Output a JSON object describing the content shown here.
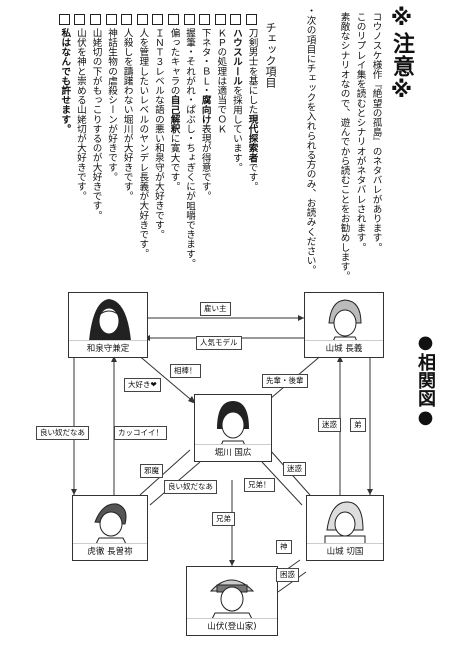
{
  "notice": {
    "title": "※注意※",
    "lines": [
      "コウノスケ様作『絶望の孤島』のネタバレがあります。",
      "このリプレイ集を読むとシナリオがネタバレされます。",
      "素敵なシナリオなので、遊んでから読むことをお勧めします。",
      "次の項目にチェックを入れられる方のみ、お読みください。"
    ]
  },
  "checklist": {
    "heading": "チェック項目",
    "items": [
      {
        "pre": "刀剣男士を基にした",
        "bold": "現代探索者",
        "post": "です。"
      },
      {
        "pre": "",
        "bold": "ハウスルール",
        "post": "を採用しています。"
      },
      {
        "pre": "ＫＰの処理は適当でＯＫ",
        "bold": "",
        "post": ""
      },
      {
        "pre": "下ネタ・ＢＬ・",
        "bold": "腐向け",
        "post": "表現が得意です。"
      },
      {
        "pre": "握筆・それがれ・ぱぶし・ちょぎくに",
        "bold": "",
        "post": "が咀嚼できます。"
      },
      {
        "pre": "偏ったキャラの",
        "bold": "自己解釈",
        "post": "に寛大です。"
      },
      {
        "pre": "ＩＮＴ３レベルな語の悪い和泉守が大好きです。",
        "bold": "",
        "post": ""
      },
      {
        "pre": "人を管理したいレベルのヤンデレ長義が大好きです。",
        "bold": "",
        "post": ""
      },
      {
        "pre": "人殺しを躊躇わない堀川が大好きです。",
        "bold": "",
        "post": ""
      },
      {
        "pre": "神話生物の虐殺シーンが好きです。",
        "bold": "",
        "post": ""
      },
      {
        "pre": "山姥切の下がもっこりするのが大好きです。",
        "bold": "",
        "post": ""
      },
      {
        "pre": "山伏を神と崇める山姥切が大好きです。",
        "bold": "",
        "post": ""
      },
      {
        "pre": "",
        "bold": "私はなんでも許せます。",
        "post": ""
      }
    ]
  },
  "diagram": {
    "heading": "●相関図●",
    "characters": {
      "izuminokami": "和泉守兼定",
      "chougi": "山城 長義",
      "horikawa": "堀川 国広",
      "nagasone": "虎徹 長曽祢",
      "kunihiro": "山城 切国",
      "yamabushi": "山伏(登山家)"
    },
    "relations": {
      "employer": "雇い主",
      "popular_model": "人気モデル",
      "partner": "相棒！",
      "love": "大好き❤",
      "senpai_kouhai": "先輩・後輩",
      "good_guy_izumi": "良い奴だなあ",
      "cool": "カッコイイ！",
      "nuisance_chougi": "迷惑",
      "younger_brother_chougi": "弟",
      "obstruction": "邪魔",
      "good_guy_horikawa": "良い奴だなあ",
      "nuisance_horikawa": "迷惑",
      "brother": "兄弟！",
      "brother_to_yamabushi": "兄弟",
      "god": "神",
      "trouble": "困惑"
    }
  }
}
